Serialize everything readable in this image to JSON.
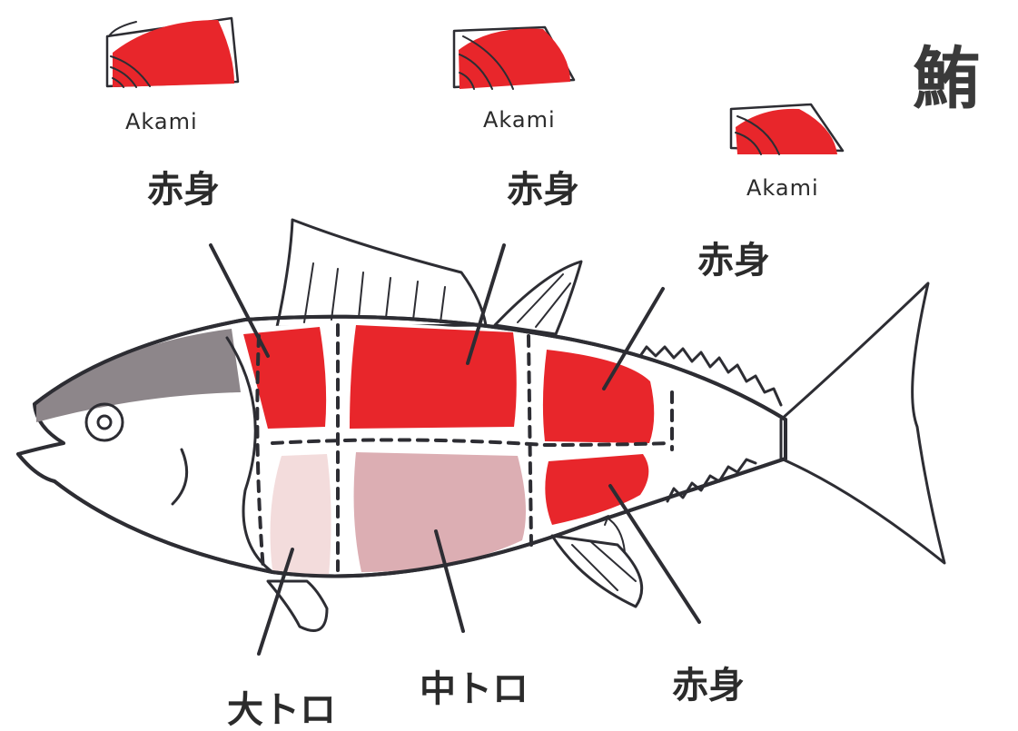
{
  "title": "鮪",
  "colors": {
    "akami": "#e8262b",
    "otoro": "#f3dcdc",
    "chutoro": "#dcaeb3",
    "body": "#d4cfd0",
    "head": "#8d868a",
    "ink": "#2d2d33"
  },
  "thumbnails": [
    {
      "label": "Akami"
    },
    {
      "label": "Akami"
    },
    {
      "label": "Akami"
    }
  ],
  "regions": [
    {
      "label": "赤身"
    },
    {
      "label": "赤身"
    },
    {
      "label": "赤身"
    },
    {
      "label": "赤身"
    },
    {
      "label": "大トロ"
    },
    {
      "label": "中トロ"
    }
  ]
}
